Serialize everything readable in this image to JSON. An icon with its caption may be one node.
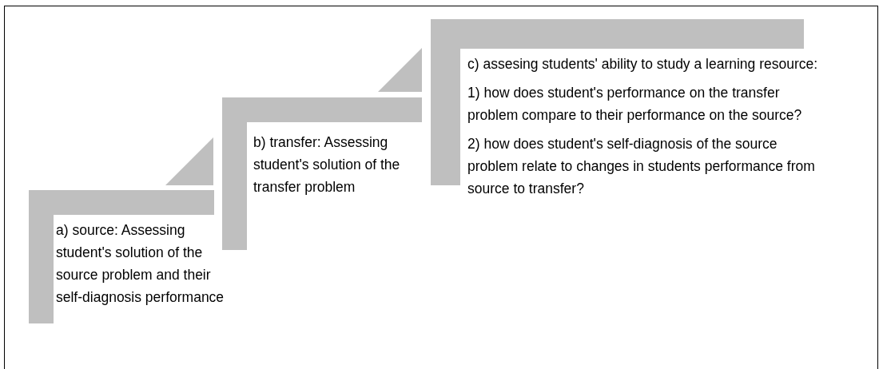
{
  "diagram": {
    "nodes": [
      {
        "text": [
          "a) source: Assessing student's solution of the source problem and their self-diagnosis performance"
        ]
      },
      {
        "text": [
          "b) transfer: Assessing student's solution of the transfer problem"
        ]
      },
      {
        "text": [
          "c) assesing students' ability to study a learning resource:",
          "1) how does student's performance on the transfer problem compare to their performance on the source?",
          "2) how does student's self-diagnosis of the source problem relate to changes in students performance from source to transfer?"
        ]
      }
    ]
  }
}
